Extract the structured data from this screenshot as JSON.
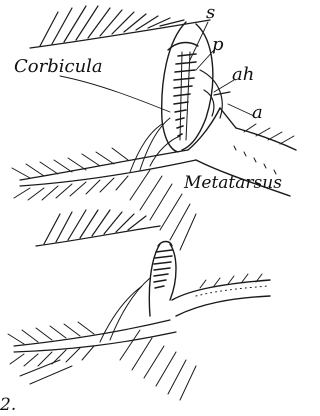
{
  "labels": {
    "s": "s",
    "p": "p",
    "ah": "ah",
    "a": "a",
    "corbicula": "Corbicula",
    "metatarsus": "Metatarsus"
  },
  "corner_mark": "2."
}
